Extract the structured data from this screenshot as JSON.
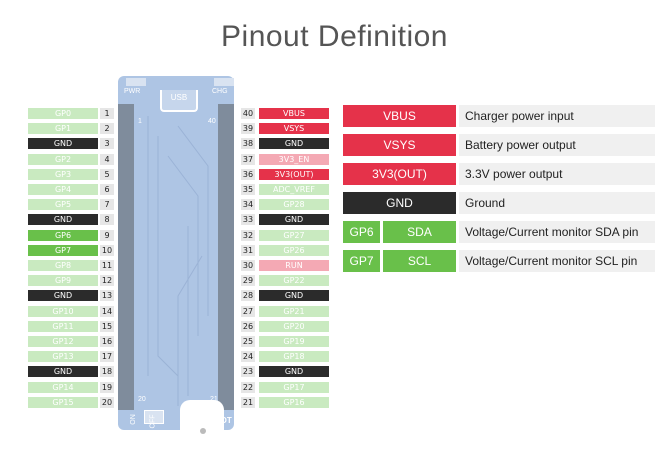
{
  "title": "Pinout Definition",
  "board": {
    "usb": "USB",
    "pwr": "PWR",
    "chg": "CHG",
    "ups_boot": "UPS BOOT",
    "on": "ON",
    "off": "OFF",
    "corner_1": "1",
    "corner_40": "40",
    "corner_20": "20",
    "corner_21": "21"
  },
  "left_pins": [
    {
      "num": "1",
      "label": "GP0",
      "type": "gp"
    },
    {
      "num": "2",
      "label": "GP1",
      "type": "gp"
    },
    {
      "num": "3",
      "label": "GND",
      "type": "gnd"
    },
    {
      "num": "4",
      "label": "GP2",
      "type": "gp"
    },
    {
      "num": "5",
      "label": "GP3",
      "type": "gp"
    },
    {
      "num": "6",
      "label": "GP4",
      "type": "gp"
    },
    {
      "num": "7",
      "label": "GP5",
      "type": "gp"
    },
    {
      "num": "8",
      "label": "GND",
      "type": "gnd"
    },
    {
      "num": "9",
      "label": "GP6",
      "type": "gp-dark"
    },
    {
      "num": "10",
      "label": "GP7",
      "type": "gp-dark"
    },
    {
      "num": "11",
      "label": "GP8",
      "type": "gp"
    },
    {
      "num": "12",
      "label": "GP9",
      "type": "gp"
    },
    {
      "num": "13",
      "label": "GND",
      "type": "gnd"
    },
    {
      "num": "14",
      "label": "GP10",
      "type": "gp"
    },
    {
      "num": "15",
      "label": "GP11",
      "type": "gp"
    },
    {
      "num": "16",
      "label": "GP12",
      "type": "gp"
    },
    {
      "num": "17",
      "label": "GP13",
      "type": "gp"
    },
    {
      "num": "18",
      "label": "GND",
      "type": "gnd"
    },
    {
      "num": "19",
      "label": "GP14",
      "type": "gp"
    },
    {
      "num": "20",
      "label": "GP15",
      "type": "gp"
    }
  ],
  "right_pins": [
    {
      "num": "40",
      "label": "VBUS",
      "type": "pwr"
    },
    {
      "num": "39",
      "label": "VSYS",
      "type": "pwr"
    },
    {
      "num": "38",
      "label": "GND",
      "type": "gnd"
    },
    {
      "num": "37",
      "label": "3V3_EN",
      "type": "pwr-light"
    },
    {
      "num": "36",
      "label": "3V3(OUT)",
      "type": "pwr"
    },
    {
      "num": "35",
      "label": "ADC_VREF",
      "type": "adc"
    },
    {
      "num": "34",
      "label": "GP28",
      "type": "gp"
    },
    {
      "num": "33",
      "label": "GND",
      "type": "gnd"
    },
    {
      "num": "32",
      "label": "GP27",
      "type": "gp"
    },
    {
      "num": "31",
      "label": "GP26",
      "type": "gp"
    },
    {
      "num": "30",
      "label": "RUN",
      "type": "pwr-light"
    },
    {
      "num": "29",
      "label": "GP22",
      "type": "gp"
    },
    {
      "num": "28",
      "label": "GND",
      "type": "gnd"
    },
    {
      "num": "27",
      "label": "GP21",
      "type": "gp"
    },
    {
      "num": "26",
      "label": "GP20",
      "type": "gp"
    },
    {
      "num": "25",
      "label": "GP19",
      "type": "gp"
    },
    {
      "num": "24",
      "label": "GP18",
      "type": "gp"
    },
    {
      "num": "23",
      "label": "GND",
      "type": "gnd"
    },
    {
      "num": "22",
      "label": "GP17",
      "type": "gp"
    },
    {
      "num": "21",
      "label": "GP16",
      "type": "gp"
    }
  ],
  "legend": [
    {
      "boxes": [
        {
          "text": "VBUS",
          "type": "pwr"
        }
      ],
      "desc": "Charger power input"
    },
    {
      "boxes": [
        {
          "text": "VSYS",
          "type": "pwr"
        }
      ],
      "desc": "Battery power output"
    },
    {
      "boxes": [
        {
          "text": "3V3(OUT)",
          "type": "pwr"
        }
      ],
      "desc": "3.3V power output"
    },
    {
      "boxes": [
        {
          "text": "GND",
          "type": "gnd"
        }
      ],
      "desc": "Ground"
    },
    {
      "boxes": [
        {
          "text": "GP6",
          "type": "gp-dark"
        },
        {
          "text": "SDA",
          "type": "gp-dark"
        }
      ],
      "desc": "Voltage/Current monitor SDA pin"
    },
    {
      "boxes": [
        {
          "text": "GP7",
          "type": "gp-dark"
        },
        {
          "text": "SCL",
          "type": "gp-dark"
        }
      ],
      "desc": "Voltage/Current monitor SCL pin"
    }
  ],
  "colors": {
    "power": "#e5324a",
    "power_light": "#f4a9b4",
    "gpio": "#c9eac0",
    "gpio_active": "#69c04a",
    "ground": "#2b2b2b",
    "board": "#aec5e4"
  }
}
